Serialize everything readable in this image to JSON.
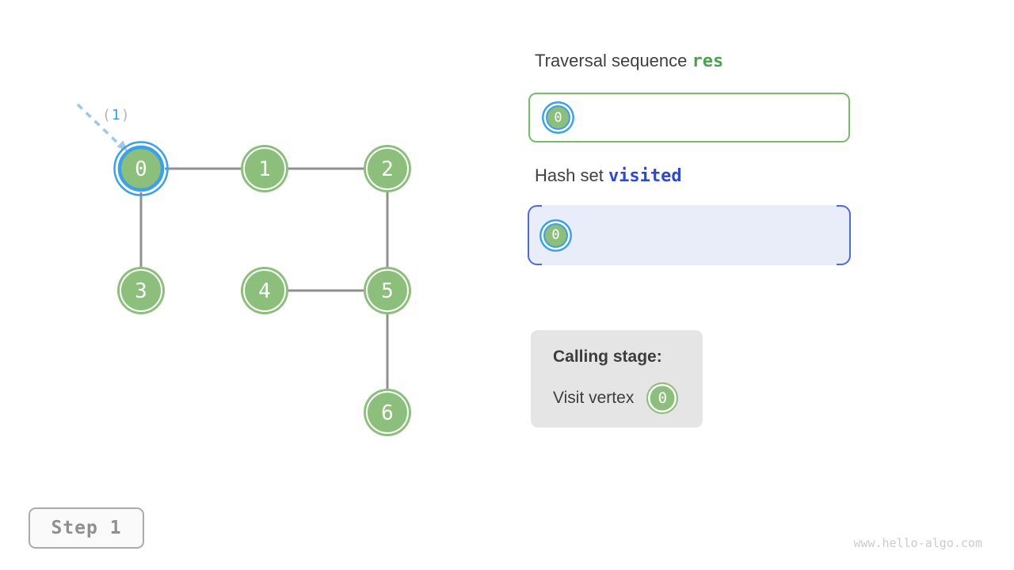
{
  "graph": {
    "nodes": [
      {
        "label": "0",
        "active": true
      },
      {
        "label": "1",
        "active": false
      },
      {
        "label": "2",
        "active": false
      },
      {
        "label": "3",
        "active": false
      },
      {
        "label": "4",
        "active": false
      },
      {
        "label": "5",
        "active": false
      },
      {
        "label": "6",
        "active": false
      }
    ],
    "edges": [
      "0-1",
      "1-2",
      "0-3",
      "2-5",
      "4-5",
      "5-6"
    ],
    "step_annotation": {
      "open": "(",
      "number": "1",
      "close": ")"
    }
  },
  "panels": {
    "traversal": {
      "title_plain": "Traversal sequence ",
      "title_code": "res",
      "items": [
        "0"
      ]
    },
    "visited": {
      "title_plain": "Hash set ",
      "title_code": "visited",
      "items": [
        "0"
      ]
    },
    "calling": {
      "title": "Calling stage:",
      "action": "Visit vertex",
      "vertex": "0"
    }
  },
  "footer": {
    "step_label": "Step 1",
    "watermark": "www.hello-algo.com"
  },
  "colors": {
    "node_green": "#8cbe7c",
    "active_blue": "#3da1e6",
    "edge_gray": "#909090",
    "arrow_blue": "#9cc8f0",
    "res_green": "#4f9e53",
    "res_border": "#7db96a",
    "visited_blue": "#2e49ce",
    "visited_bg": "#e9edf9",
    "visited_border": "#4d6ade",
    "calling_bg": "#e5e5e5"
  }
}
